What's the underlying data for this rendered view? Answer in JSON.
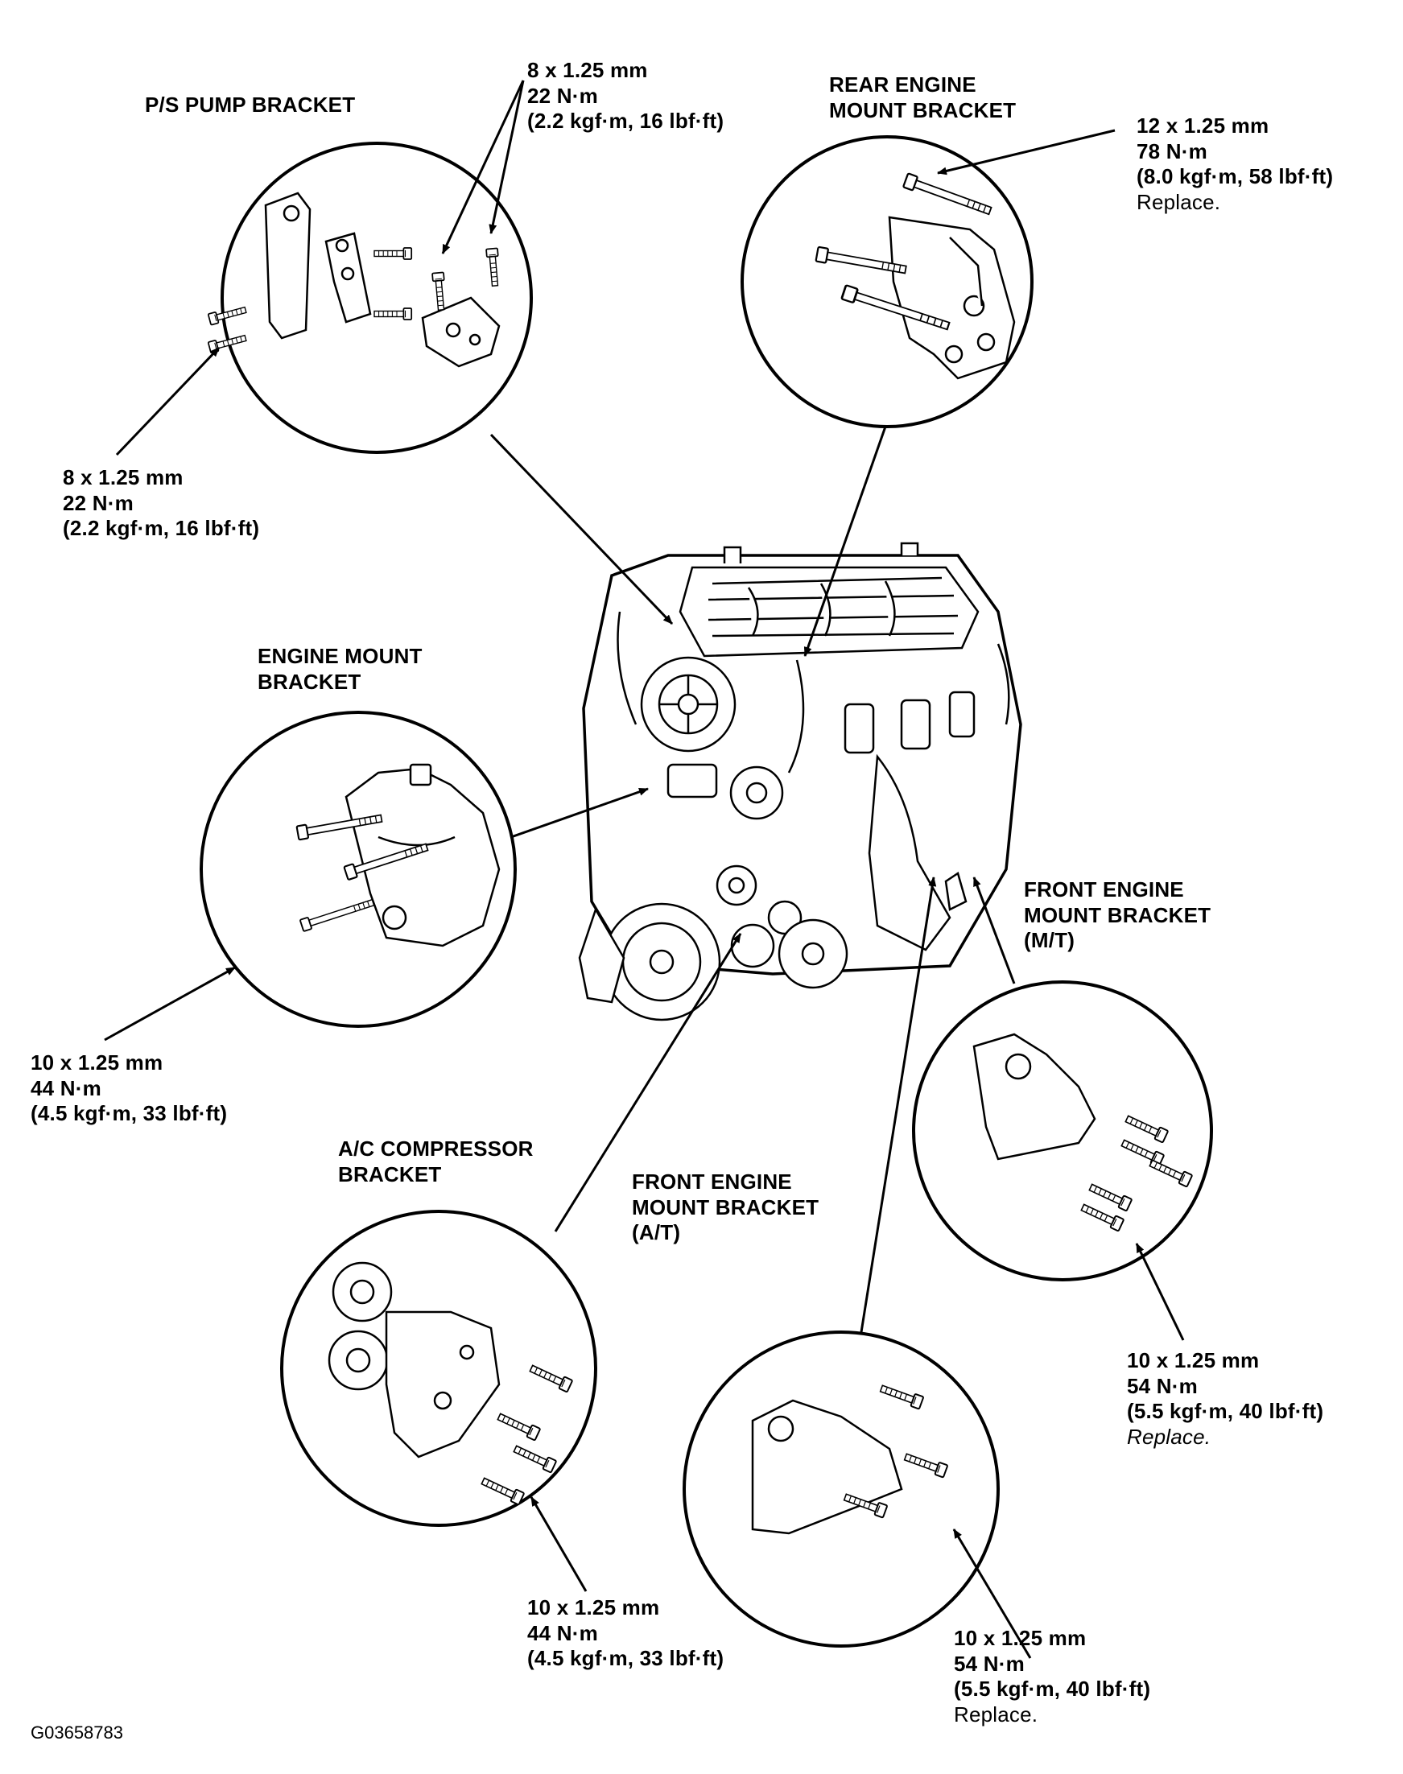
{
  "labels": {
    "ps_pump_bracket": "P/S PUMP BRACKET",
    "rear_engine_mount_bracket": [
      "REAR ENGINE",
      "MOUNT BRACKET"
    ],
    "engine_mount_bracket": [
      "ENGINE MOUNT",
      "BRACKET"
    ],
    "front_engine_mount_bracket_mt": [
      "FRONT ENGINE",
      "MOUNT BRACKET",
      "(M/T)"
    ],
    "ac_compressor_bracket": [
      "A/C COMPRESSOR",
      "BRACKET"
    ],
    "front_engine_mount_bracket_at": [
      "FRONT ENGINE",
      "MOUNT BRACKET",
      "(A/T)"
    ]
  },
  "specs": {
    "ps_top": {
      "size": "8 x 1.25 mm",
      "torque": "22 N·m",
      "alt": "(2.2 kgf·m, 16 lbf·ft)"
    },
    "ps_left": {
      "size": "8 x 1.25 mm",
      "torque": "22 N·m",
      "alt": "(2.2 kgf·m, 16 lbf·ft)"
    },
    "rear_mount": {
      "size": "12 x 1.25 mm",
      "torque": "78 N·m",
      "alt": "(8.0 kgf·m, 58 lbf·ft)",
      "note": "Replace."
    },
    "engine_mount": {
      "size": "10 x 1.25 mm",
      "torque": "44 N·m",
      "alt": "(4.5 kgf·m, 33 lbf·ft)"
    },
    "front_mt": {
      "size": "10 x 1.25 mm",
      "torque": "54 N·m",
      "alt": "(5.5 kgf·m, 40 lbf·ft)",
      "note": "Replace."
    },
    "ac_compressor": {
      "size": "10 x 1.25 mm",
      "torque": "44 N·m",
      "alt": "(4.5 kgf·m, 33 lbf·ft)"
    },
    "front_at": {
      "size": "10 x 1.25 mm",
      "torque": "54 N·m",
      "alt": "(5.5 kgf·m, 40 lbf·ft)",
      "note": "Replace."
    }
  },
  "figure_id": "G03658783",
  "colors": {
    "ink": "#000000",
    "paper": "#ffffff",
    "shade": "#f2f2f2"
  }
}
